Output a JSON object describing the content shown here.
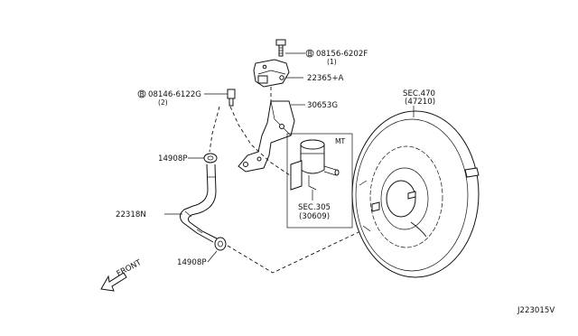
{
  "labels": {
    "bolt_a_part": "08156-6202F",
    "bolt_a_qty": "(1)",
    "sensor": "22365+A",
    "bolt_b_part": "08146-6122G",
    "bolt_b_qty": "(2)",
    "bracket": "30653G",
    "clamp_upper": "14908P",
    "hose": "22318N",
    "clamp_lower": "14908P",
    "booster_sec": "SEC.470",
    "booster_ref": "(47210)",
    "mt_tag": "MT",
    "reservoir_sec": "SEC.305",
    "reservoir_ref": "(30609)",
    "front": "FRONT",
    "diagram_id": "J223015V",
    "bolt_symbol": "B"
  }
}
